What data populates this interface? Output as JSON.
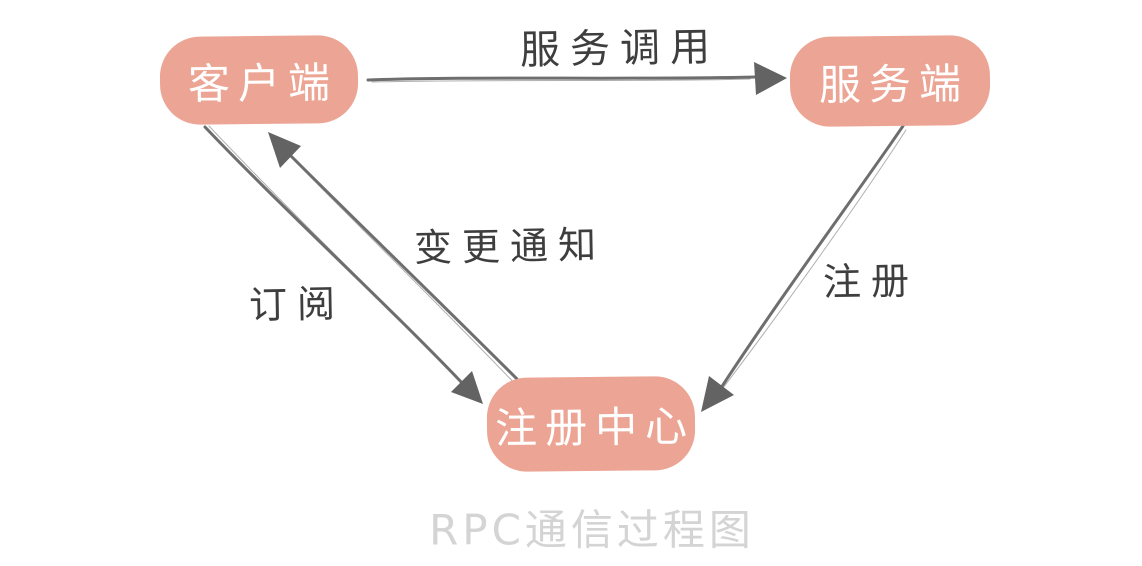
{
  "diagram": {
    "title": "RPC通信过程图",
    "nodes": [
      {
        "id": "client",
        "label": "客户端"
      },
      {
        "id": "server",
        "label": "服务端"
      },
      {
        "id": "registry",
        "label": "注册中心"
      }
    ],
    "edges": [
      {
        "from": "client",
        "to": "server",
        "label": "服务调用"
      },
      {
        "from": "registry",
        "to": "client",
        "label": "变更通知"
      },
      {
        "from": "client",
        "to": "registry",
        "label": "订阅"
      },
      {
        "from": "server",
        "to": "registry",
        "label": "注册"
      }
    ],
    "colors": {
      "node_fill": "#eca594",
      "node_text": "#ffffff",
      "arrow": "#6e6e6e",
      "arrowhead": "#636363",
      "label_text": "#3e3e3e",
      "title_text": "#d4d4d4"
    }
  }
}
